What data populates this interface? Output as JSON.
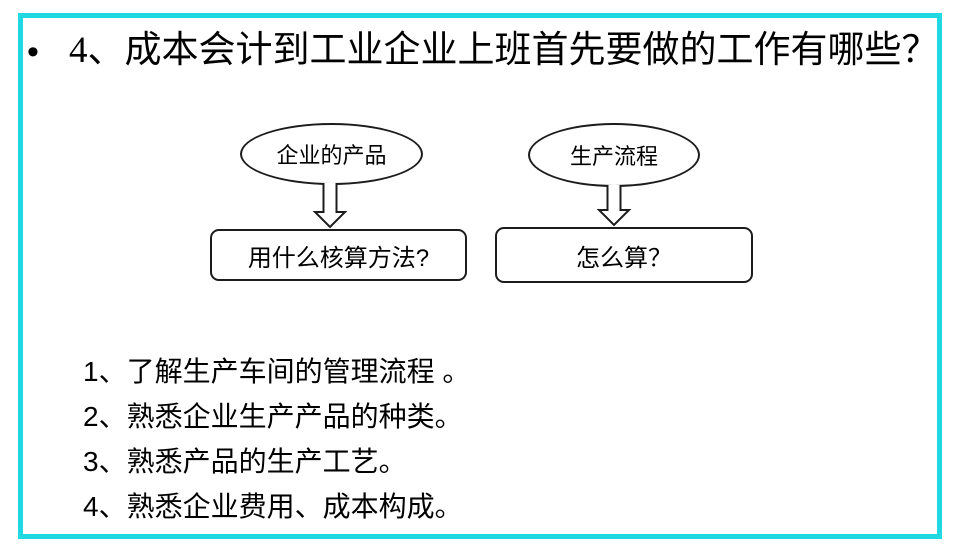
{
  "slide": {
    "background_color": "#ffffff",
    "border_color": "#1ed9e2",
    "shape_outline_color": "#1c1c1c",
    "text_color": "#000000"
  },
  "title": {
    "bullet": "•",
    "text": "4、成本会计到工业企业上班首先要做的工作有哪些？"
  },
  "diagram": {
    "flows": [
      {
        "source": "企业的产品",
        "target": "用什么核算方法?"
      },
      {
        "source": "生产流程",
        "target": "怎么算？"
      }
    ],
    "arrow_icon": "hollow-down-arrow"
  },
  "list": {
    "items": [
      "1、了解生产车间的管理流程 。",
      "2、熟悉企业生产产品的种类。",
      "3、熟悉产品的生产工艺。",
      "4、熟悉企业费用、成本构成。"
    ]
  }
}
